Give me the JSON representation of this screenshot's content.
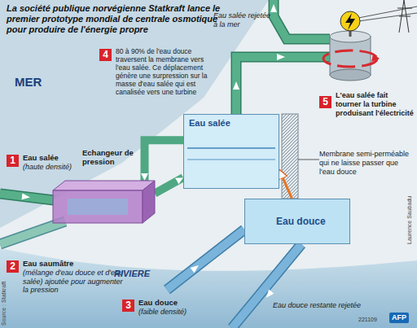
{
  "diagram": {
    "title": "La société publique norvégienne Statkraft lance le premier prototype mondial de centrale osmotique pour produire de l'énergie propre",
    "nodes": [
      {
        "text": [
          "Echangeur de pression"
        ]
      },
      {
        "text": [
          "Eau salée"
        ]
      },
      {
        "text": [
          "Eau douce"
        ]
      }
    ],
    "edges": [
      {
        "from": 0,
        "to": 1,
        "arrow": "to"
      },
      {
        "from": 1,
        "to": 0,
        "arrow": "to"
      },
      {
        "from": 2,
        "to": 1,
        "arrow": "to"
      }
    ],
    "labels": [
      "Eau salée rejetée à la mer",
      "MER",
      "4",
      "80 à 90% de l'eau douce traversent la membrane vers l'eau salée. Ce déplacement génère une surpression sur la masse d'eau salée qui est canalisée vers une turbine",
      "5",
      "L'eau salée fait tourner la turbine produisant l'électricité",
      "1",
      "Eau salée",
      "(haute densité)",
      "Membrane semi-perméable qui ne laisse passer que l'eau douce",
      "2",
      "Eau saumâtre",
      "(mélange d'eau douce et d'eau salée) ajoutée pour augmenter la pression",
      "RIVIERE",
      "3",
      "Eau douce",
      "(faible densité)",
      "Eau douce restante rejetée",
      "Source : Statkraft",
      "Laurence Saubadu",
      "221109",
      "AFP"
    ]
  }
}
